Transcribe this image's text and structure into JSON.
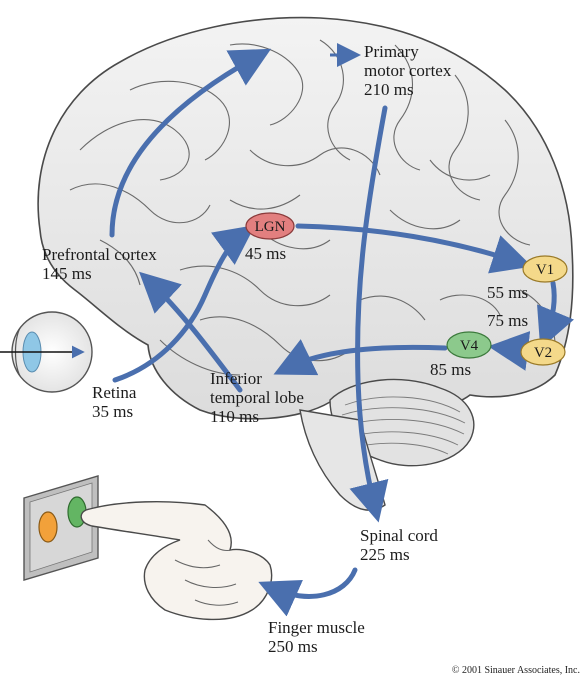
{
  "nodes": {
    "lgn": "LGN",
    "v1": "V1",
    "v2": "V2",
    "v4": "V4"
  },
  "labels": {
    "primary_motor_name": "Primary\nmotor cortex",
    "primary_motor_time": "210 ms",
    "prefrontal_name": "Prefrontal cortex",
    "prefrontal_time": "145 ms",
    "lgn_time": "45 ms",
    "v1_time": "55 ms",
    "v2_time": "75 ms",
    "v4_time": "85 ms",
    "retina_name": "Retina",
    "retina_time": "35 ms",
    "inferior_name": "Inferior\ntemporal lobe",
    "inferior_time": "110 ms",
    "spinal_name": "Spinal cord",
    "spinal_time": "225 ms",
    "finger_name": "Finger muscle",
    "finger_time": "250 ms"
  },
  "copyright": "© 2001 Sinauer Associates, Inc.",
  "colors": {
    "arrow": "#4a6fae",
    "lgn_fill": "#e27f7f",
    "v1_fill": "#f4d98a",
    "v2_fill": "#f4d98a",
    "v4_fill": "#8cc98c",
    "button_left": "#f2a13a",
    "button_right": "#63b563"
  }
}
